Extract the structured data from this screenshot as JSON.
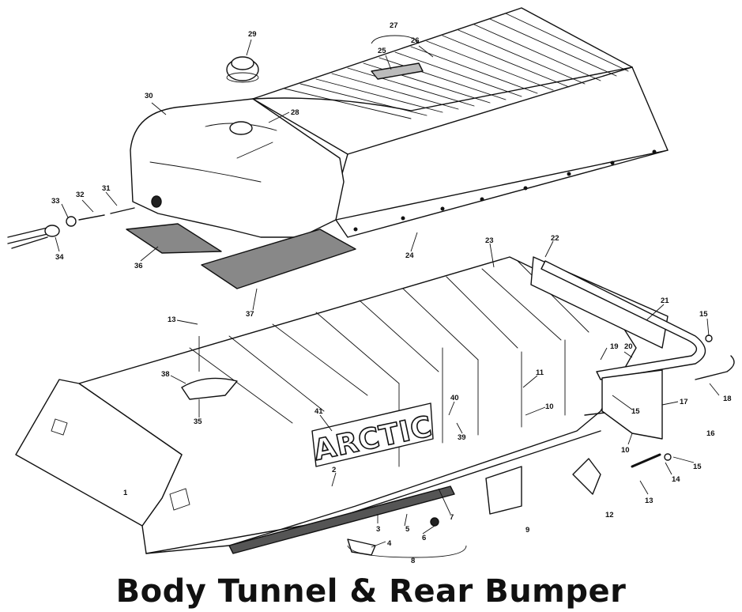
{
  "title": "Body Tunnel & Rear Bumper",
  "brand_decal": "ARCTIC",
  "callouts": [
    "1",
    "2",
    "3",
    "4",
    "5",
    "6",
    "7",
    "8",
    "9",
    "10",
    "10",
    "11",
    "12",
    "13",
    "13",
    "14",
    "15",
    "15",
    "15",
    "16",
    "17",
    "18",
    "19",
    "20",
    "21",
    "22",
    "23",
    "24",
    "25",
    "26",
    "27",
    "28",
    "29",
    "30",
    "31",
    "32",
    "33",
    "34",
    "35",
    "36",
    "37",
    "38",
    "39",
    "40",
    "41"
  ]
}
